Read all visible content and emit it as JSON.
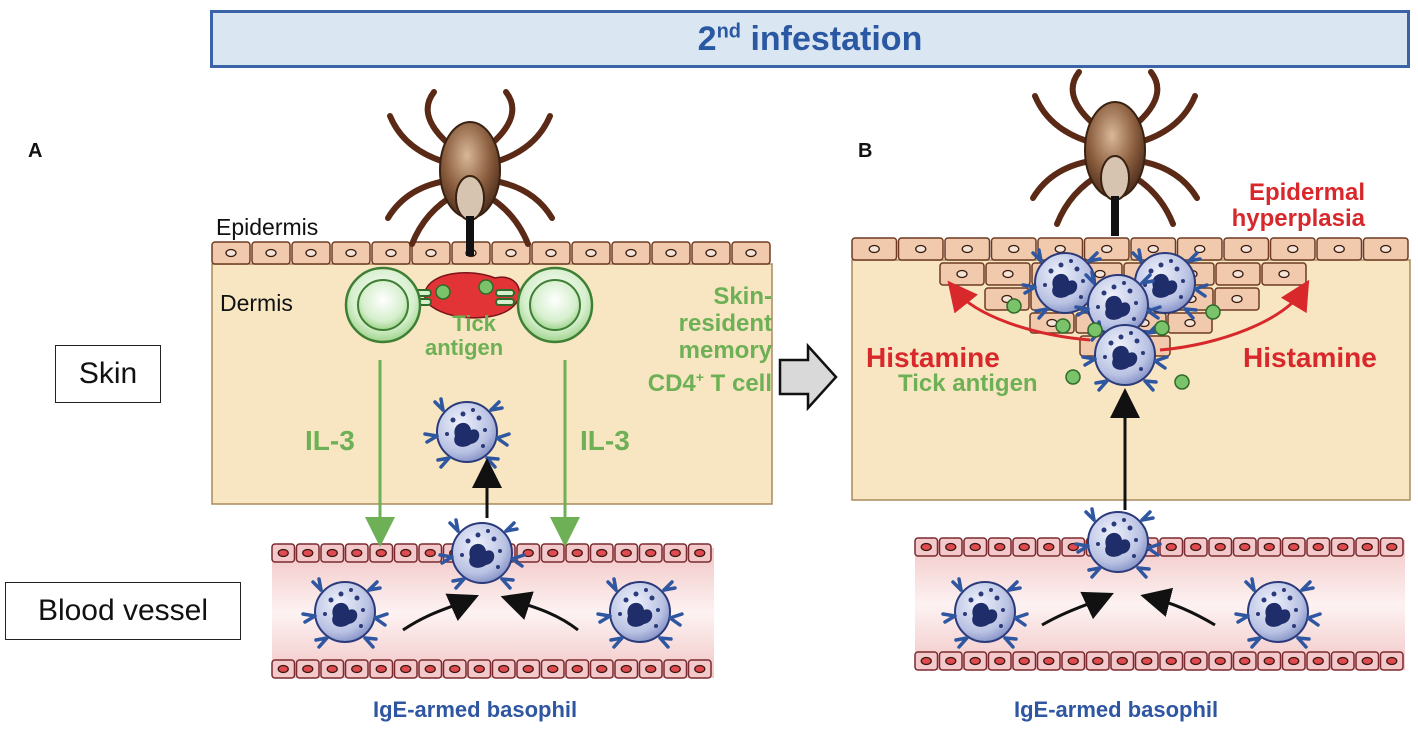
{
  "banner": {
    "title_main": "2",
    "title_sup": "nd",
    "title_rest": " infestation"
  },
  "panel_a": {
    "letter": "A",
    "epidermis": "Epidermis",
    "dermis": "Dermis",
    "tick_antigen": [
      "Tick",
      "antigen"
    ],
    "memory_cell": [
      "Skin-",
      "resident",
      "memory",
      "CD4",
      "+",
      " T cell"
    ],
    "il3_left": "IL-3",
    "il3_right": "IL-3",
    "basophil_label": "IgE-armed basophil"
  },
  "panel_b": {
    "letter": "B",
    "hyperplasia": [
      "Epidermal",
      "hyperplasia"
    ],
    "histamine_left": "Histamine",
    "histamine_right": "Histamine",
    "tick_antigen": "Tick antigen",
    "basophil_label": "IgE-armed basophil"
  },
  "side_labels": {
    "skin": "Skin",
    "blood_vessel": "Blood vessel"
  },
  "colors": {
    "banner_bg": "#dbe6f3",
    "banner_border": "#3b63a8",
    "dermis": "#f7e6c1",
    "epidermis_cell": "#f1c9ad",
    "vessel_cell": "#f4c9cb",
    "green": "#6db055",
    "red": "#d8282b",
    "blue": "#2f56a0",
    "basophil": "#b8c0e0"
  }
}
